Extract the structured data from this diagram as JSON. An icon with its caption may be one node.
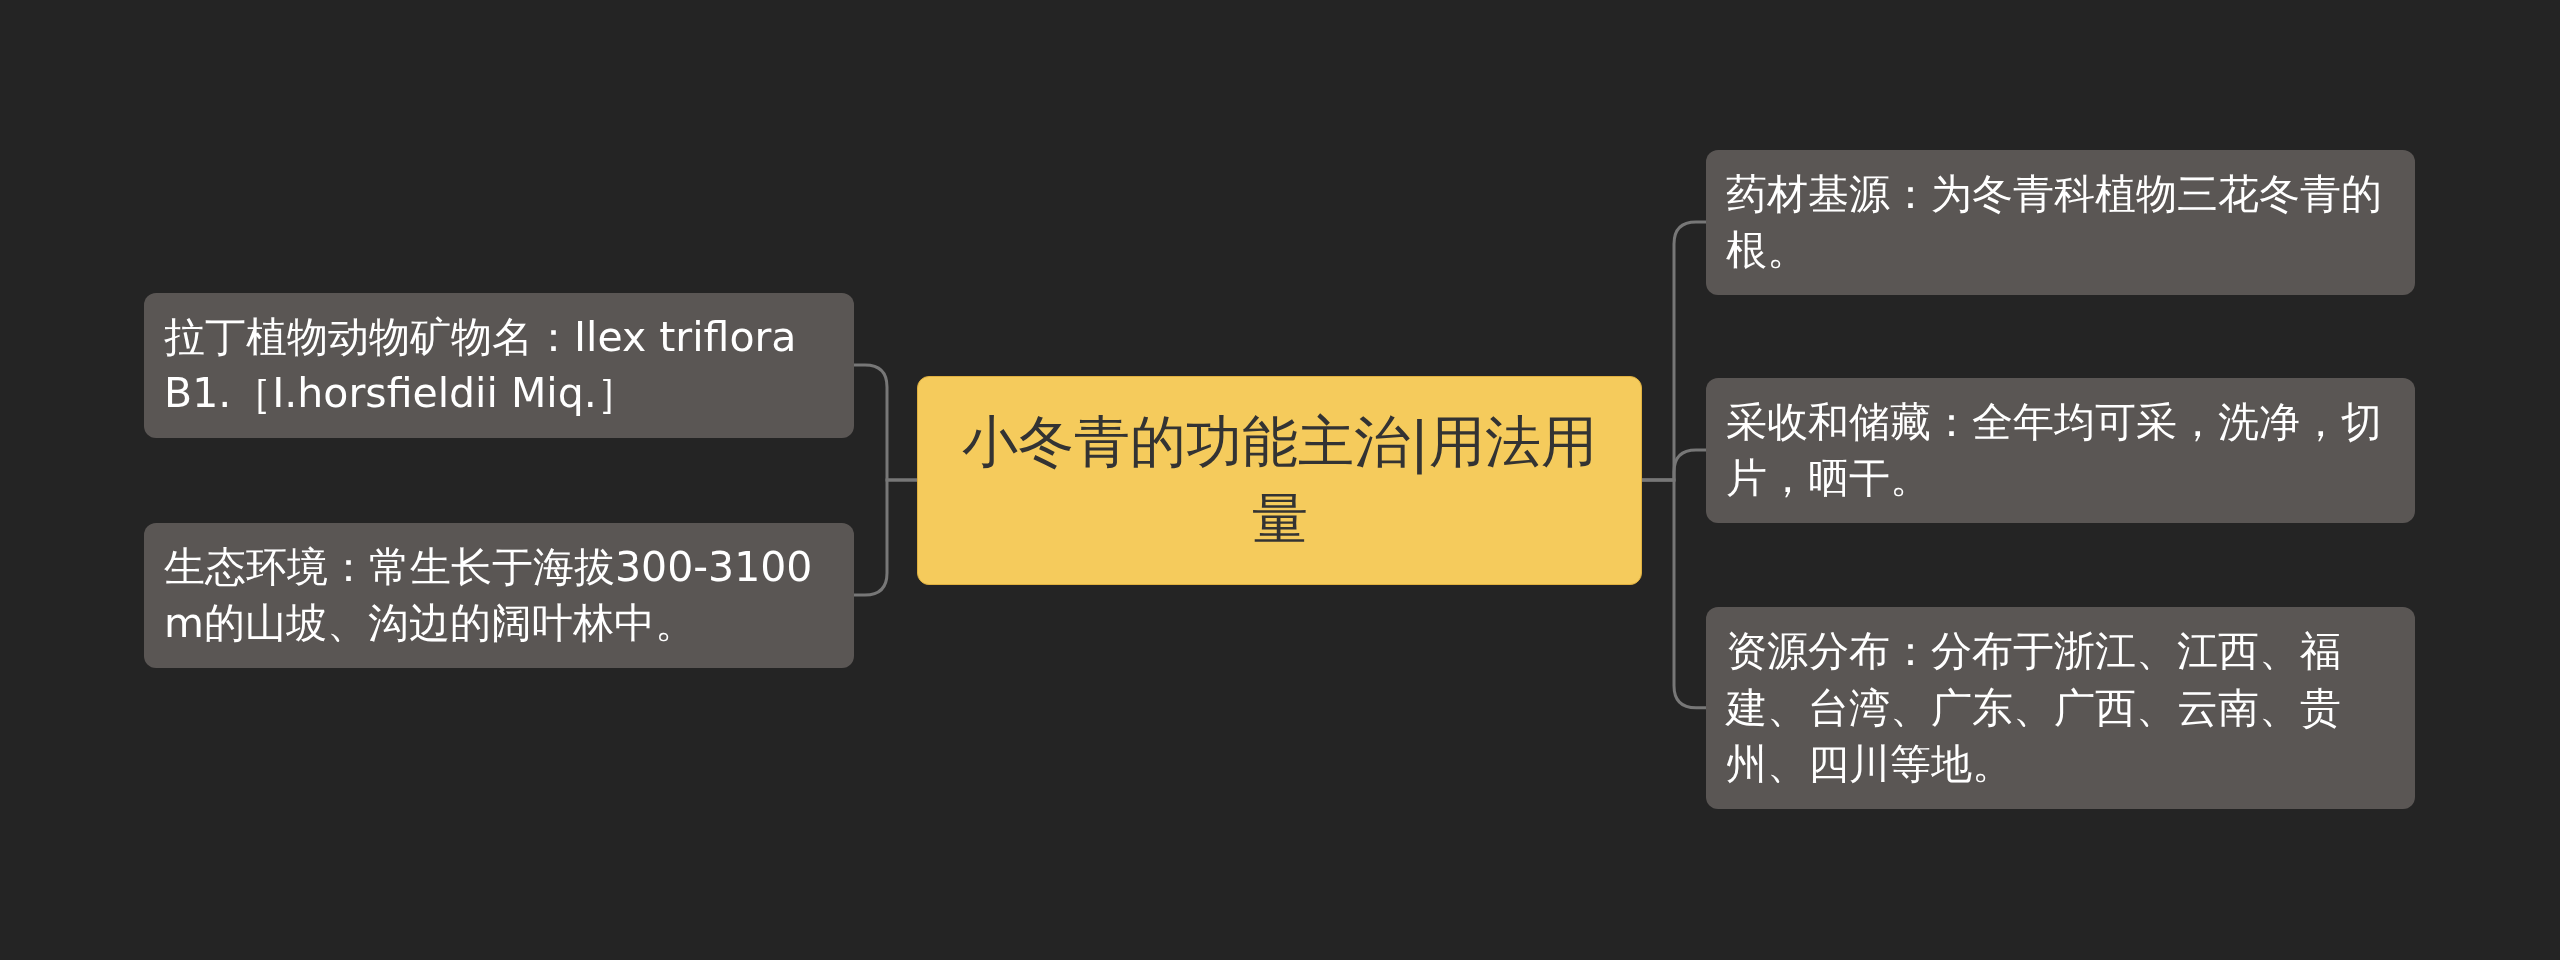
{
  "diagram": {
    "nodes": [
      {
        "text": [
          "小冬青的功能主治|用法用量"
        ]
      },
      {
        "text": [
          "拉丁植物动物矿物名：Ilex triflora B1.［I.horsfieldii Miq.］"
        ]
      },
      {
        "text": [
          "生态环境：常生长于海拔300-3100m的山坡、沟边的阔叶林中。"
        ]
      },
      {
        "text": [
          "药材基源：为冬青科植物三花冬青的根。"
        ]
      },
      {
        "text": [
          "采收和储藏：全年均可采，洗净，切片，晒干。"
        ]
      },
      {
        "text": [
          "资源分布：分布于浙江、江西、福建、台湾、广东、广西、云南、贵州、四川等地。"
        ]
      }
    ],
    "edges": [
      {
        "from": 0,
        "to": 1,
        "arrow": "none"
      },
      {
        "from": 0,
        "to": 2,
        "arrow": "none"
      },
      {
        "from": 0,
        "to": 3,
        "arrow": "none"
      },
      {
        "from": 0,
        "to": 4,
        "arrow": "none"
      },
      {
        "from": 0,
        "to": 5,
        "arrow": "none"
      }
    ]
  }
}
